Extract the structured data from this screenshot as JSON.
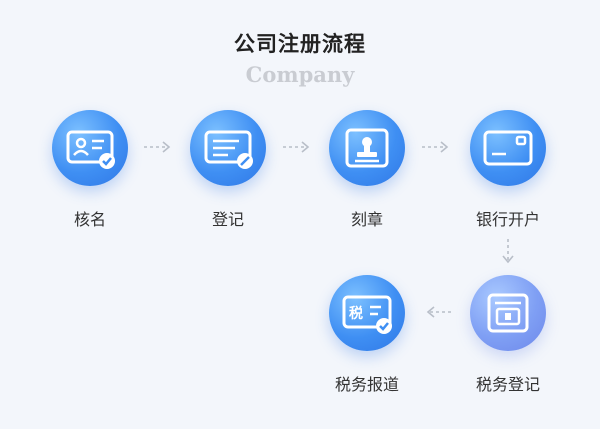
{
  "header": {
    "title": "公司注册流程",
    "subtitle": "Company"
  },
  "steps": [
    {
      "label": "核名",
      "icon": "id-card-check-icon"
    },
    {
      "label": "登记",
      "icon": "form-edit-icon"
    },
    {
      "label": "刻章",
      "icon": "stamp-icon"
    },
    {
      "label": "银行开户",
      "icon": "bank-card-icon"
    },
    {
      "label": "税务登记",
      "icon": "tax-register-icon"
    },
    {
      "label": "税务报道",
      "icon": "tax-report-icon",
      "badge": "税"
    }
  ],
  "colors": {
    "primary": "#3f8ff3",
    "light": "#7f9ff4",
    "arrow": "#b8bec8"
  }
}
